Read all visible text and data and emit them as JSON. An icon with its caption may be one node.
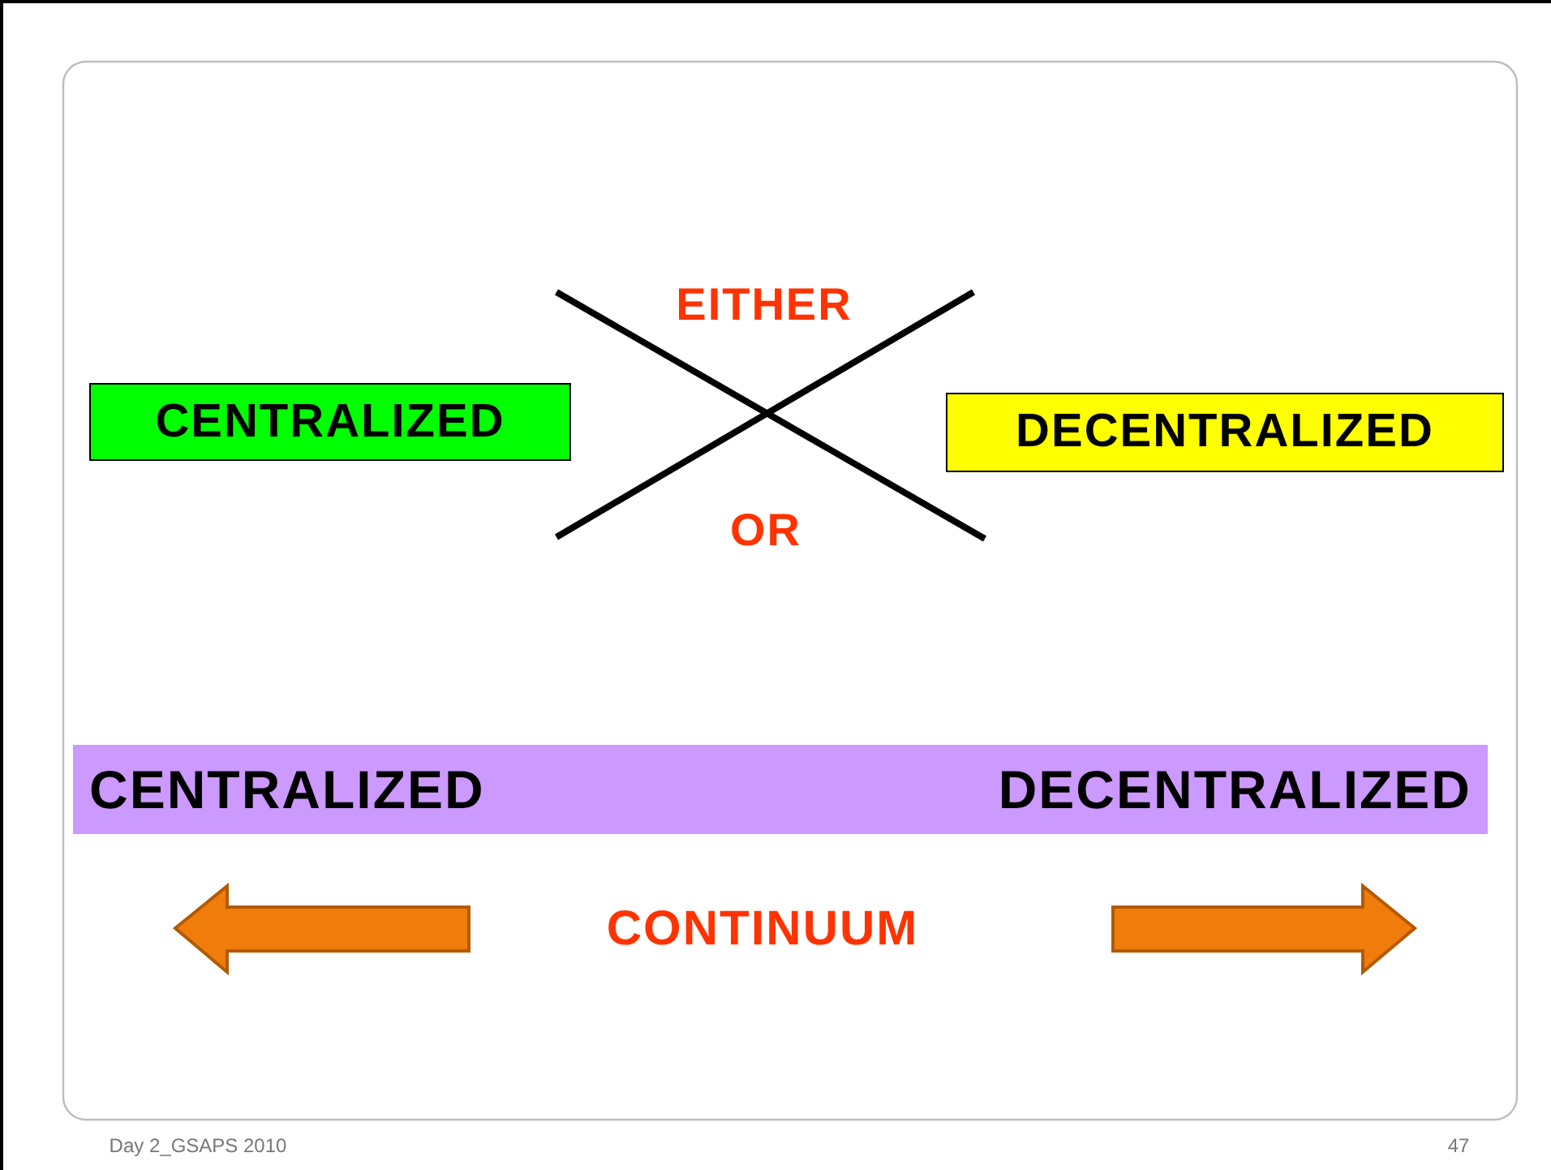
{
  "diagram": {
    "nodes": [
      {
        "text": [
          "CENTRALIZED"
        ]
      },
      {
        "text": [
          "DECENTRALIZED"
        ]
      },
      {
        "text": [
          "CENTRALIZED",
          "DECENTRALIZED"
        ]
      }
    ],
    "labels": [
      "EITHER",
      "OR",
      "CONTINUUM",
      "Day 2_GSAPS 2010",
      "47"
    ]
  }
}
